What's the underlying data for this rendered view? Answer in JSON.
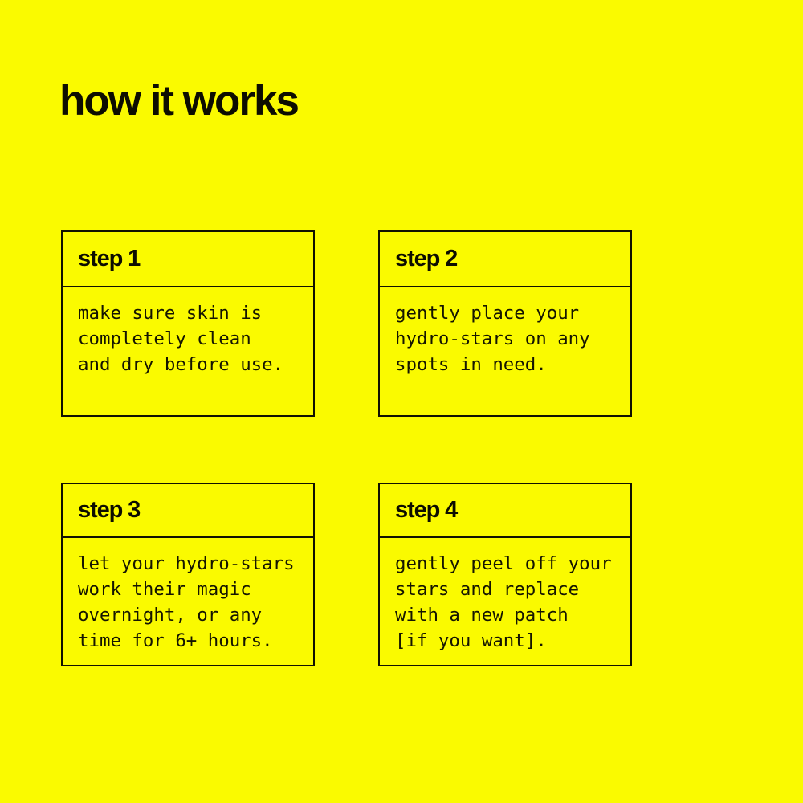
{
  "page": {
    "background_color": "#FAFA00",
    "text_color": "#111100",
    "title": "how it works"
  },
  "steps": [
    {
      "title": "step 1",
      "lines": [
        "make sure skin is",
        "completely clean",
        "and dry before use."
      ]
    },
    {
      "title": "step 2",
      "lines": [
        "gently place your",
        "hydro-stars on any",
        "spots in need."
      ]
    },
    {
      "title": "step 3",
      "lines": [
        "let your hydro-stars",
        "work their magic",
        "overnight, or any",
        "time for 6+ hours."
      ]
    },
    {
      "title": "step 4",
      "lines": [
        "gently peel off your",
        "stars and replace",
        "with a new patch",
        "[if you want]."
      ]
    }
  ]
}
